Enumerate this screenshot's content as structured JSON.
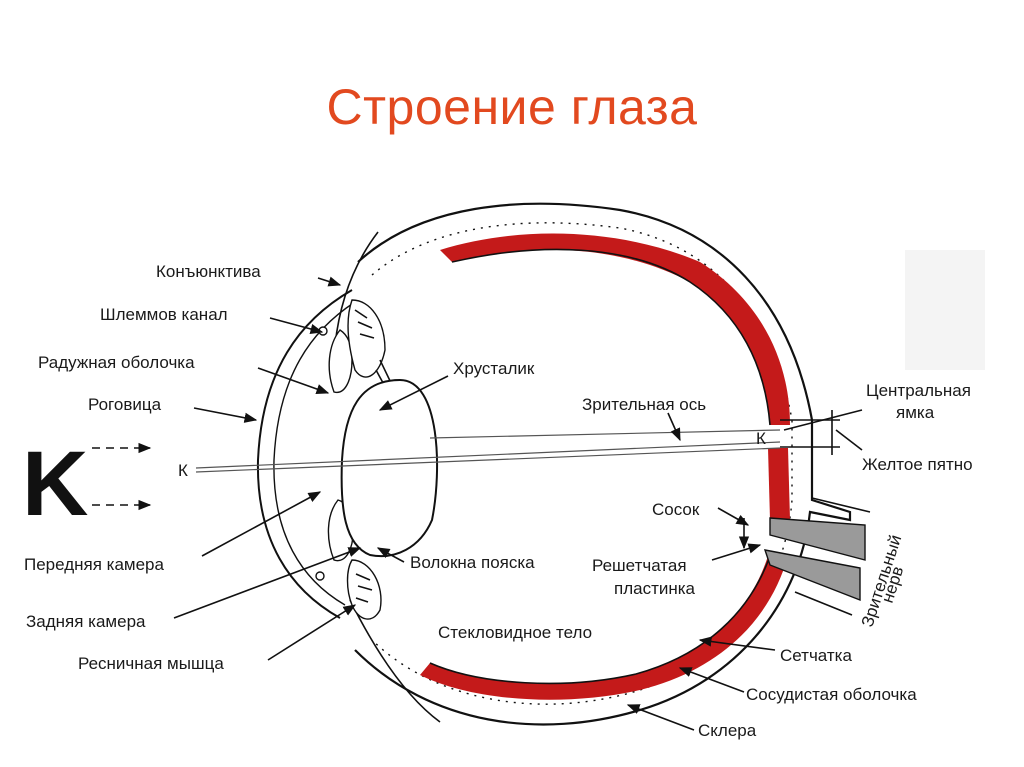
{
  "title": "Строение глаза",
  "symbol_k": "K",
  "symbol_k_small": "К",
  "colors": {
    "title": "#e2491f",
    "retina": "#c41a1a",
    "nerve": "#9a9a9a"
  },
  "labels": {
    "conjunctiva": "Конъюнктива",
    "schlemm_canal": "Шлеммов канал",
    "iris": "Радужная оболочка",
    "cornea": "Роговица",
    "lens": "Хрусталик",
    "visual_axis": "Зрительная ось",
    "central_fovea_1": "Центральная",
    "central_fovea_2": "ямка",
    "macula": "Желтое пятно",
    "papilla": "Сосок",
    "lamina_1": "Решетчатая",
    "lamina_2": "пластинка",
    "optic_nerve_1": "Зрительный",
    "optic_nerve_2": "нерв",
    "anterior_chamber": "Передняя камера",
    "zonule_fibers": "Волокна пояска",
    "posterior_chamber": "Задняя камера",
    "vitreous_body": "Стекловидное тело",
    "ciliary_muscle": "Ресничная мышца",
    "retina": "Сетчатка",
    "choroid": "Сосудистая оболочка",
    "sclera": "Склера"
  }
}
